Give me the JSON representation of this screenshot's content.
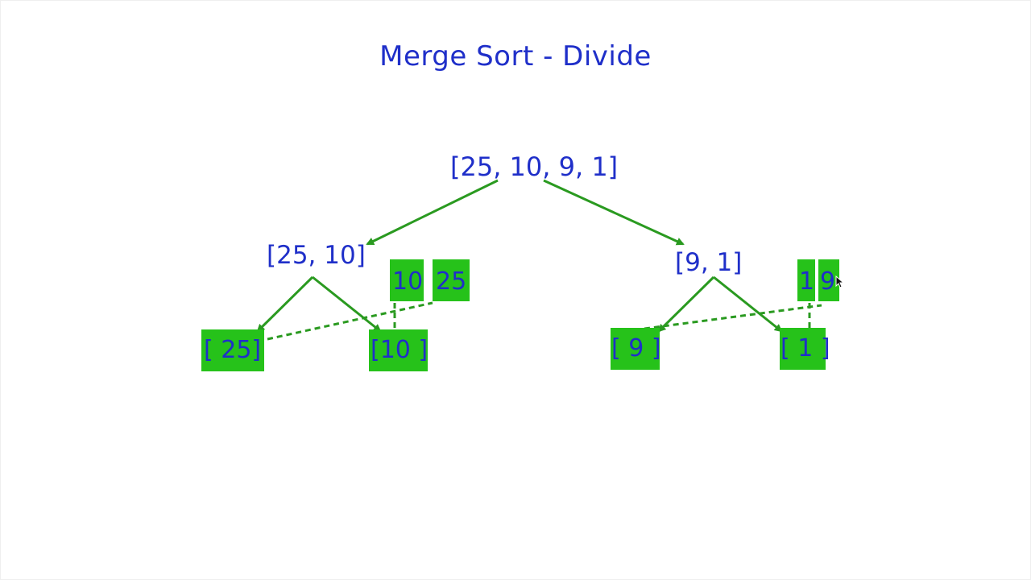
{
  "title": "Merge Sort - Divide",
  "colors": {
    "text": "#1f2fc9",
    "arrow": "#2a9a20",
    "box_fill": "#26c21a",
    "background": "#ffffff"
  },
  "tree": {
    "root": "[25, 10, 9, 1]",
    "left_child": "[25, 10]",
    "right_child": "[9, 1]",
    "leaves": [
      "[ 25]",
      "[10 ]",
      "[ 9 ]",
      "[ 1 ]"
    ]
  },
  "merged": {
    "left": [
      "10",
      "25"
    ],
    "right": [
      "1",
      "9"
    ]
  },
  "icons": {
    "pointer": "mouse-pointer-icon"
  }
}
